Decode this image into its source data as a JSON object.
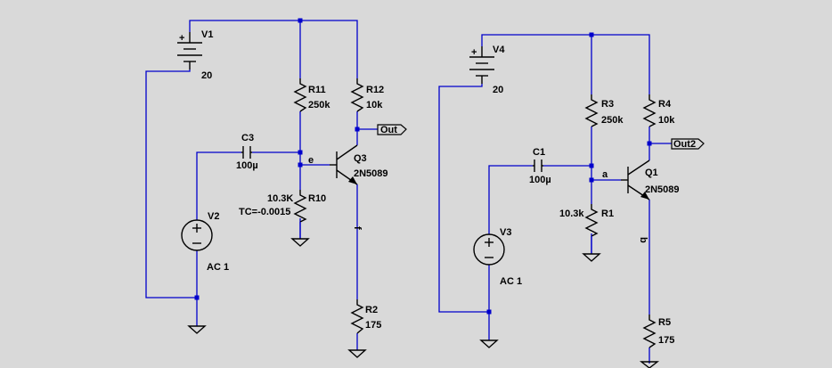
{
  "colors": {
    "background": "#d9d9d9",
    "wire": "#0000cc",
    "component": "#000000"
  },
  "left_circuit": {
    "V1": {
      "name": "V1",
      "value": "20"
    },
    "V2": {
      "name": "V2",
      "value": "AC 1"
    },
    "R11": {
      "name": "R11",
      "value": "250k"
    },
    "R12": {
      "name": "R12",
      "value": "10k"
    },
    "R10": {
      "name": "R10",
      "value": "10.3K",
      "tc": "TC=-0.0015"
    },
    "R2": {
      "name": "R2",
      "value": "175"
    },
    "C3": {
      "name": "C3",
      "value": "100µ"
    },
    "Q3": {
      "name": "Q3",
      "model": "2N5089"
    },
    "out_label": "Out",
    "net_e": "e",
    "net_f": "f"
  },
  "right_circuit": {
    "V4": {
      "name": "V4",
      "value": "20"
    },
    "V3": {
      "name": "V3",
      "value": "AC 1"
    },
    "R3": {
      "name": "R3",
      "value": "250k"
    },
    "R4": {
      "name": "R4",
      "value": "10k"
    },
    "R1": {
      "name": "R1",
      "value": "10.3k"
    },
    "R5": {
      "name": "R5",
      "value": "175"
    },
    "C1": {
      "name": "C1",
      "value": "100µ"
    },
    "Q1": {
      "name": "Q1",
      "model": "2N5089"
    },
    "out_label": "Out2",
    "net_a": "a",
    "net_b": "b"
  }
}
